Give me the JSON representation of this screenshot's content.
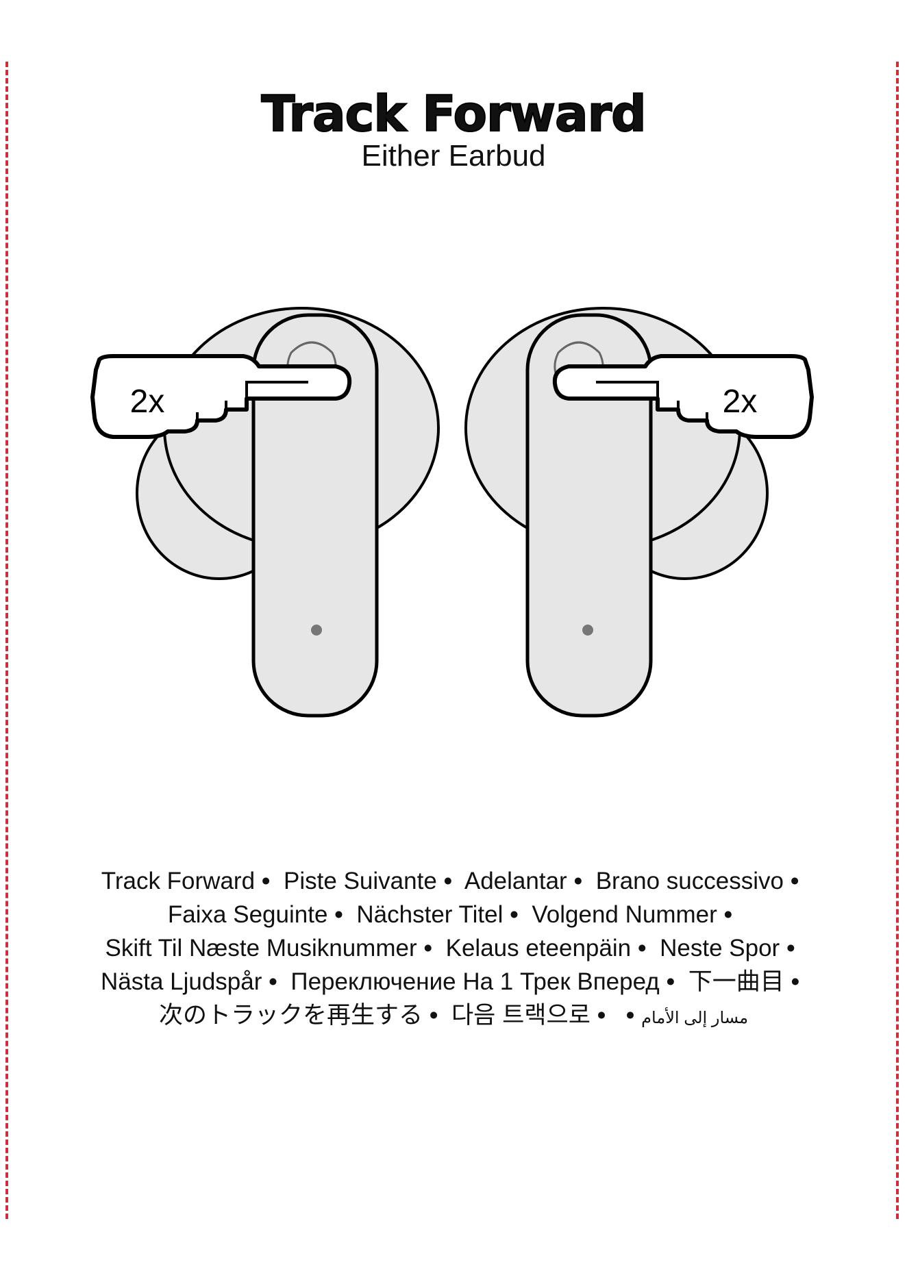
{
  "title": "Track Forward",
  "subtitle": "Either Earbud",
  "illustration": {
    "left_label": "2x",
    "right_label": "2x"
  },
  "translations": [
    "Track Forward",
    "Piste Suivante",
    "Adelantar",
    "Brano successivo",
    "Faixa Seguinte",
    "Nächster Titel",
    "Volgend Nummer",
    "Skift Til Næste Musiknummer",
    "Kelaus eteenpäin",
    "Neste Spor",
    "Nästa Ljudspår",
    "Переключение На 1 Трек Вперед",
    "下一曲目",
    "次のトラックを再生する",
    "다음 트랙으로",
    "مسار إلى الأمام"
  ],
  "separator": "•",
  "colors": {
    "cut_line": "#c8323c",
    "earbud_fill": "#e6e6e6",
    "outline": "#000000"
  },
  "icons": [
    "skull-logo-icon",
    "hand-pointing-icon",
    "microphone-dot-icon"
  ]
}
